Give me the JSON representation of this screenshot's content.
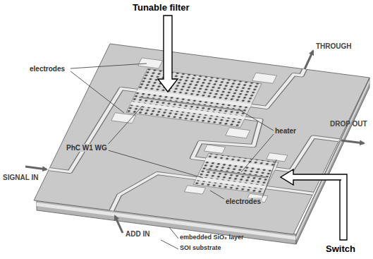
{
  "diagram": {
    "labels": [
      "Tunable filter",
      "THROUGH",
      "electrodes",
      "DROP OUT",
      "heater",
      "SIGNAL IN",
      "PhC W1 WG",
      "electrodes",
      "ADD IN",
      "embedded SiO₂ layer",
      "SOI substrate",
      "Switch"
    ]
  }
}
